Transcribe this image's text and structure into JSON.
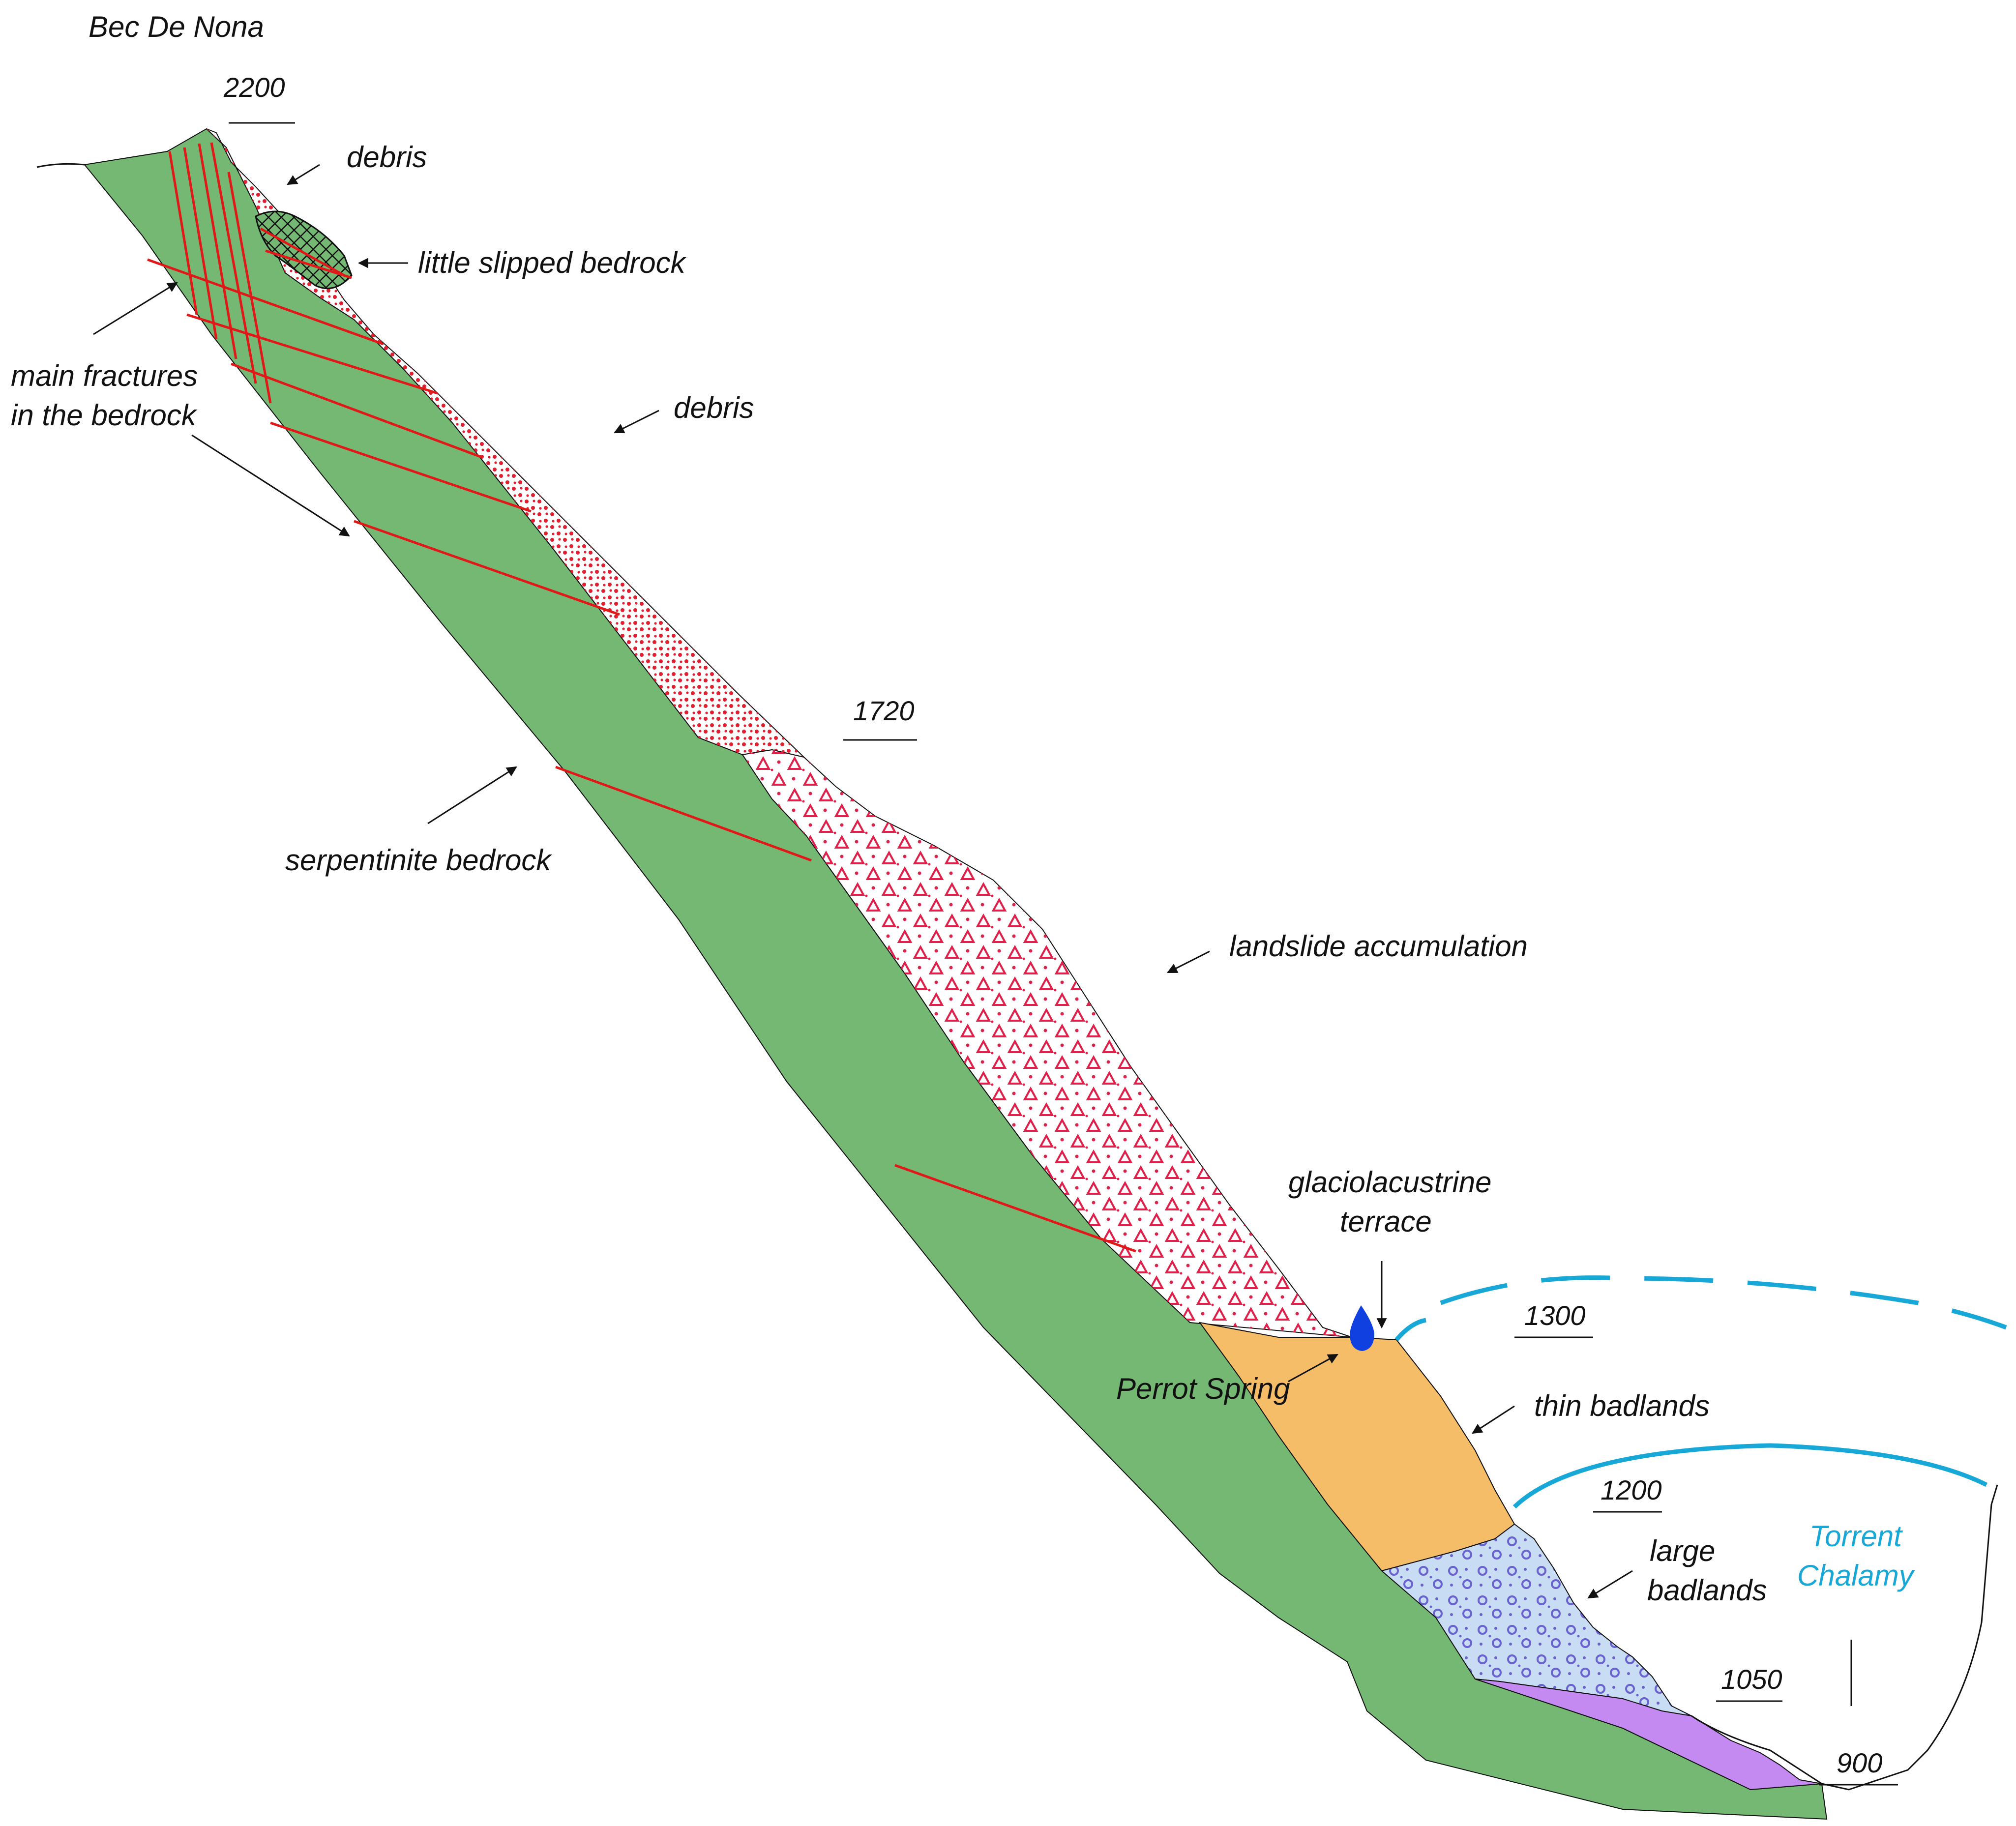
{
  "title": "Bec De Nona",
  "labels": {
    "debris_top": "debris",
    "slipped": "little slipped bedrock",
    "fractures_1": "main fractures",
    "fractures_2": "in the bedrock",
    "debris_mid": "debris",
    "serpentinite": "serpentinite bedrock",
    "landslide": "landslide accumulation",
    "glacio_1": "glaciolacustrine",
    "glacio_2": "terrace",
    "spring": "Perrot Spring",
    "thin_badlands": "thin badlands",
    "large_1": "large",
    "large_2": "badlands",
    "torrent_1": "Torrent",
    "torrent_2": "Chalamy"
  },
  "elevations": {
    "e2200": "2200",
    "e1720": "1720",
    "e1300": "1300",
    "e1200": "1200",
    "e1050": "1050",
    "e900": "900"
  },
  "colors": {
    "bedrock": "#74b873",
    "debris_dots": "#e02030",
    "landslide_tri": "#e02048",
    "terrace": "#f5bd68",
    "large_badlands": "#c8dcf4",
    "badland_pattern": "#6a62d0",
    "bottom_layer": "#c48af2",
    "fractures": "#e01818",
    "river": "#18a8d8",
    "spring": "#1040e0"
  }
}
